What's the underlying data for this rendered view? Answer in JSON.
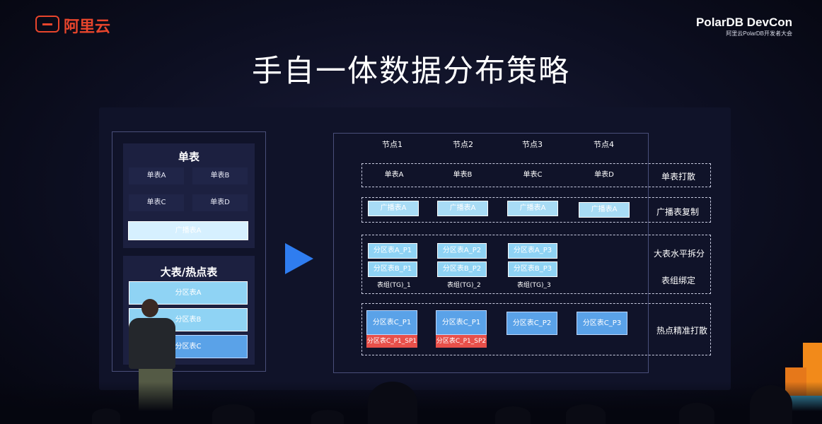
{
  "brand": {
    "logo_text": "阿里云",
    "logo_icon": "aliyun-logo-icon"
  },
  "event": {
    "title": "PolarDB DevCon",
    "subtitle": "阿里云PolarDB开发者大会"
  },
  "slide": {
    "title": "手自一体数据分布策略",
    "left": {
      "single_title": "单表",
      "single_tables": [
        "单表A",
        "单表B",
        "单表C",
        "单表D"
      ],
      "broadcast": "广播表A",
      "big_title": "大表/热点表",
      "partitions": [
        "分区表A",
        "分区表B",
        "分区表C"
      ]
    },
    "right": {
      "nodes": [
        "节点1",
        "节点2",
        "节点3",
        "节点4"
      ],
      "row1_cells": [
        "单表A",
        "单表B",
        "单表C",
        "单表D"
      ],
      "row1_label": "单表打散",
      "row2_cells": [
        "广播表A",
        "广播表A",
        "广播表A",
        "广播表A"
      ],
      "row2_label": "广播表复制",
      "row3_top": [
        "分区表A_P1",
        "分区表A_P2",
        "分区表A_P3"
      ],
      "row3_bottom": [
        "分区表B_P1",
        "分区表B_P2",
        "分区表B_P3"
      ],
      "row3_tg": [
        "表组(TG)_1",
        "表组(TG)_2",
        "表组(TG)_3"
      ],
      "row3_label": "大表水平拆分",
      "row3_label2": "表组绑定",
      "row4_top": [
        "分区表C_P1",
        "分区表C_P1",
        "分区表C_P2",
        "分区表C_P3"
      ],
      "row4_sub": [
        "分区表C_P1_SP1",
        "分区表C_P1_SP2"
      ],
      "row4_label": "热点精准打散"
    },
    "arrow_icon": "right-arrow-icon"
  },
  "colors": {
    "accent_red": "#e8452c",
    "cyan": "#8fd3f4",
    "blue": "#5aa2e8",
    "hot_red": "#e8504a",
    "arrow": "#2f7df0"
  }
}
